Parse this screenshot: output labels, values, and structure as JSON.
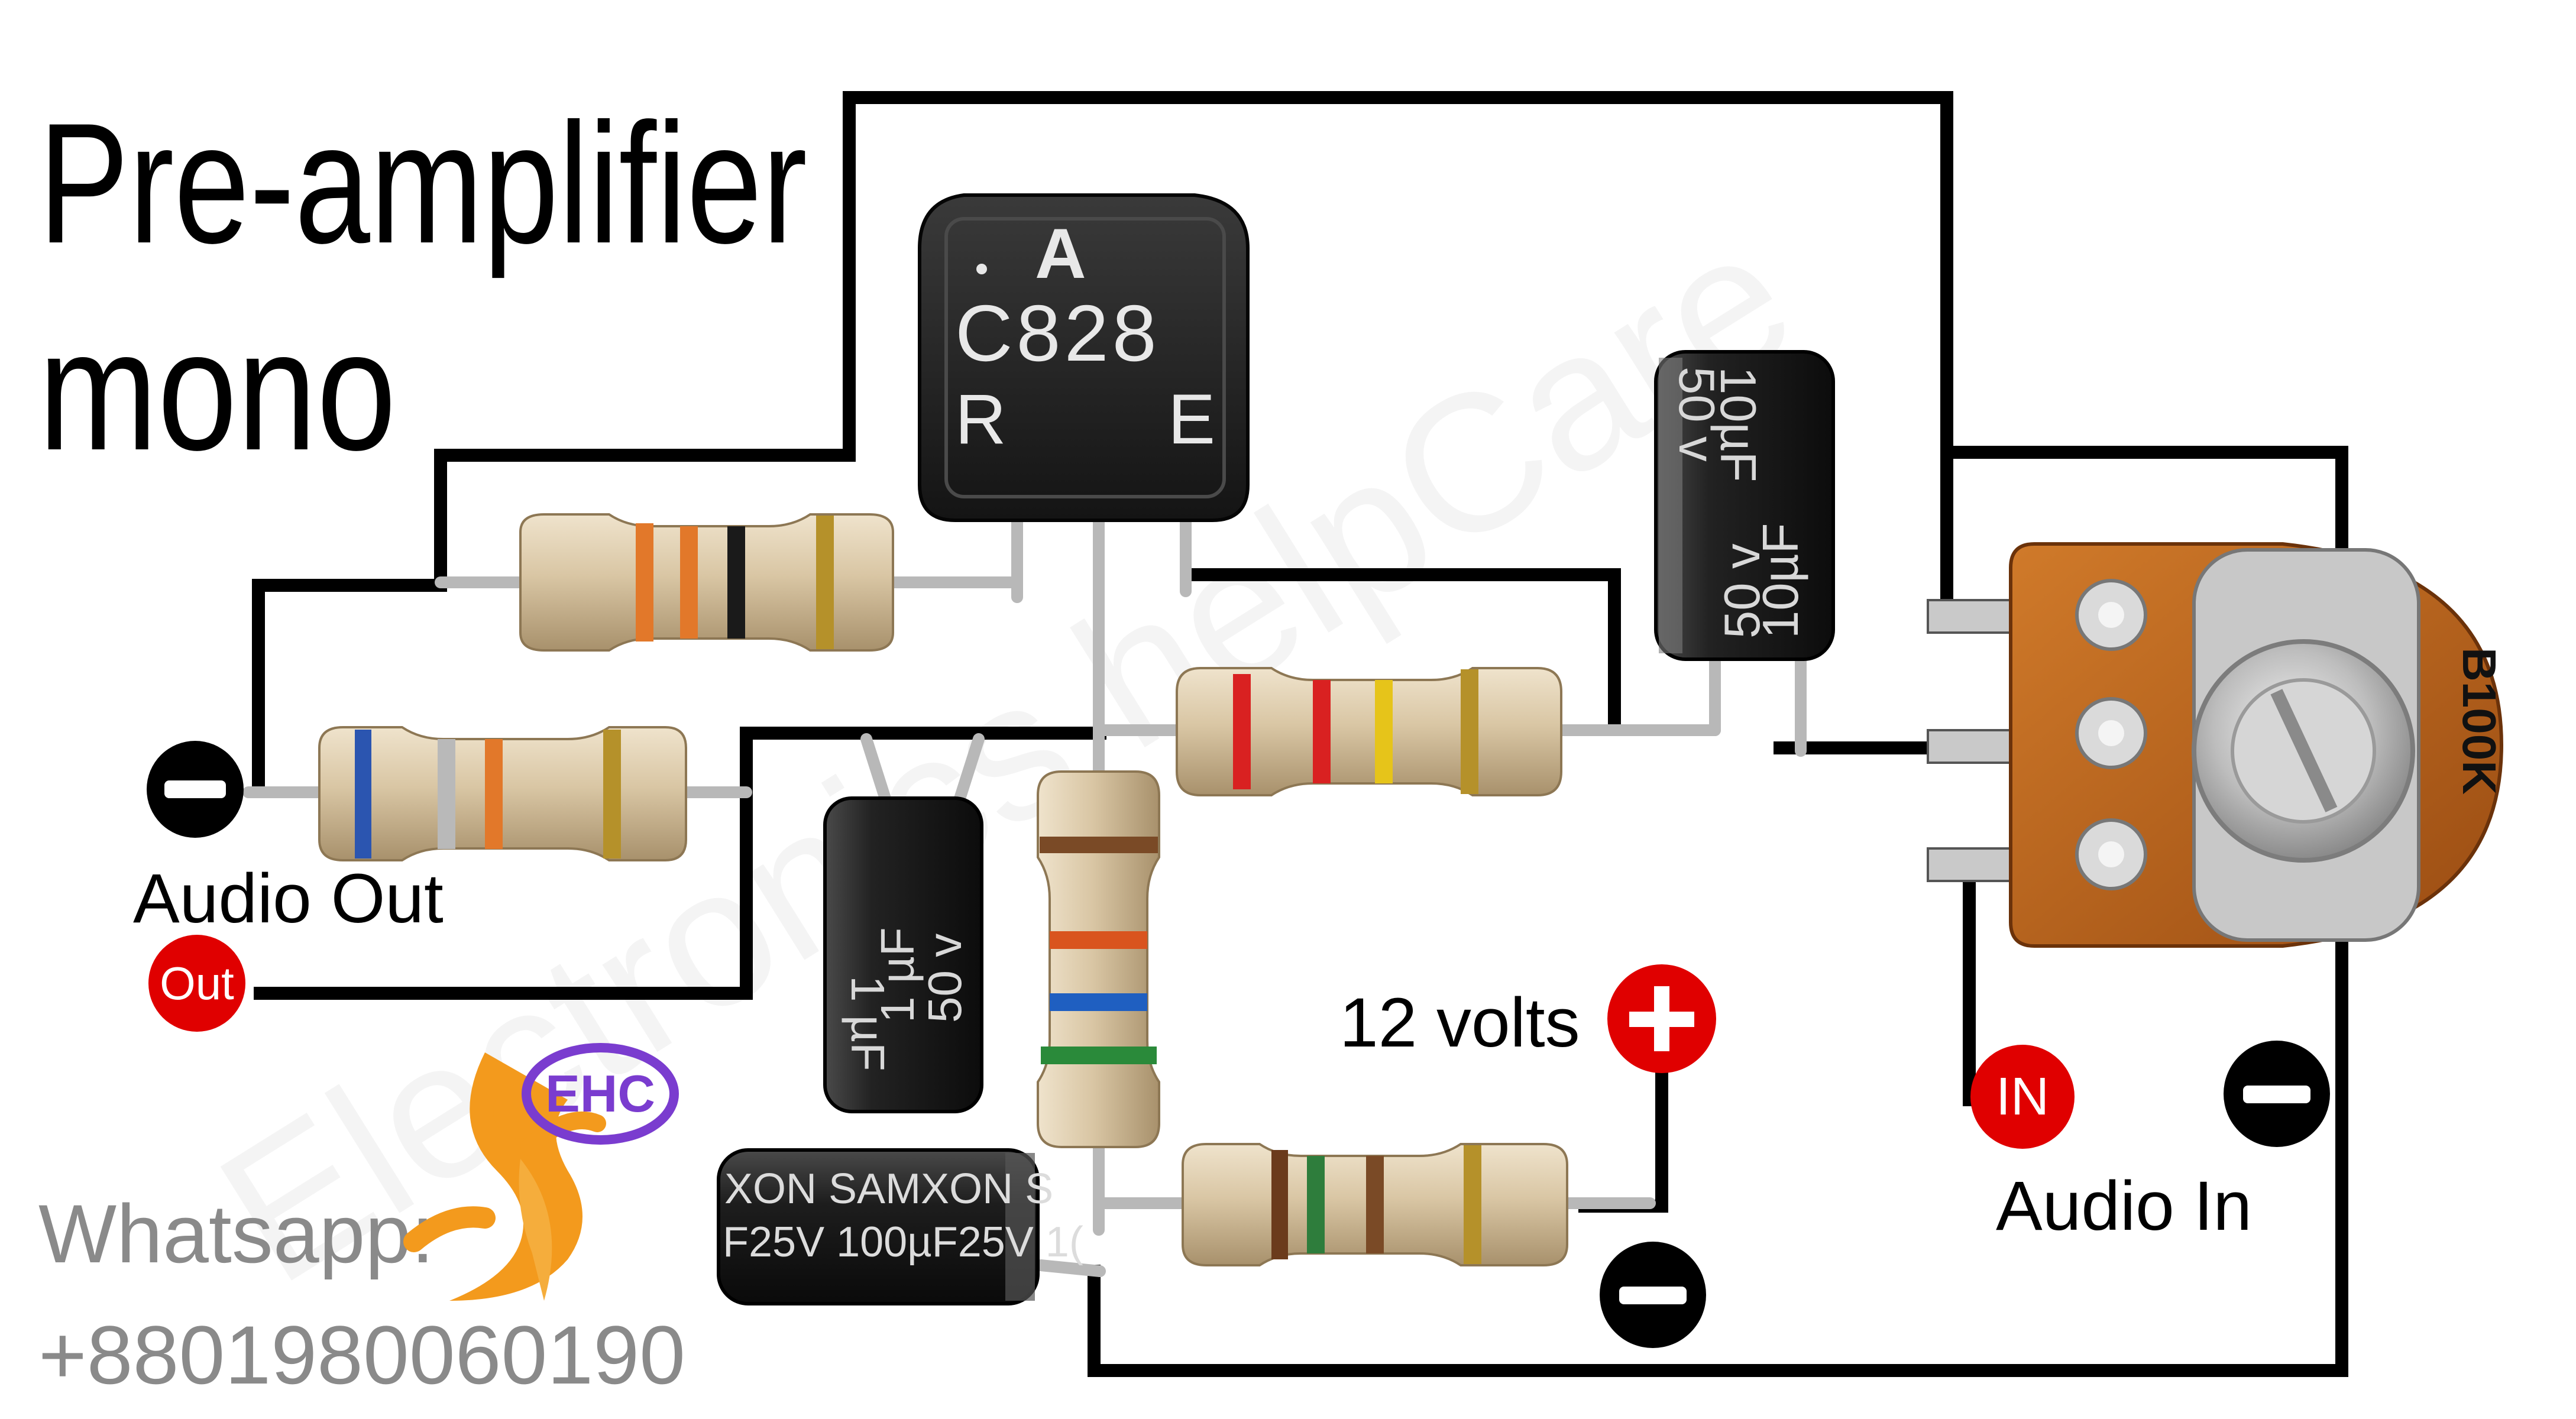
{
  "title": {
    "line1": "Pre-amplifier",
    "line2": "mono"
  },
  "transistor": {
    "marking_logo": "A",
    "marking_part": "C828",
    "marking_left": "R",
    "marking_right": "E"
  },
  "cap_top": {
    "label_a": "10µF",
    "label_b": "50 v"
  },
  "cap_left": {
    "label_a": "1 µF",
    "label_b": "50 v"
  },
  "cap_bottom": {
    "label_a": "XON SAMXON S",
    "label_b": "F25V  100µF25V  1("
  },
  "potentiometer": {
    "label": "B100K"
  },
  "labels": {
    "audio_out": "Audio Out",
    "out_badge": "Out",
    "twelve_volts": "12 volts",
    "in_badge": "IN",
    "audio_in": "Audio In",
    "whatsapp": "Whatsapp:",
    "phone": "+8801980060190",
    "logo_text": "EHC",
    "watermark": "Electronics helpCare"
  },
  "colors": {
    "wire": "#000000",
    "positive": "#e00000",
    "negative": "#000000",
    "resistor_body": "#d7c3a1",
    "logo_orange": "#f39a1d",
    "logo_purple": "#7a3ccf"
  }
}
